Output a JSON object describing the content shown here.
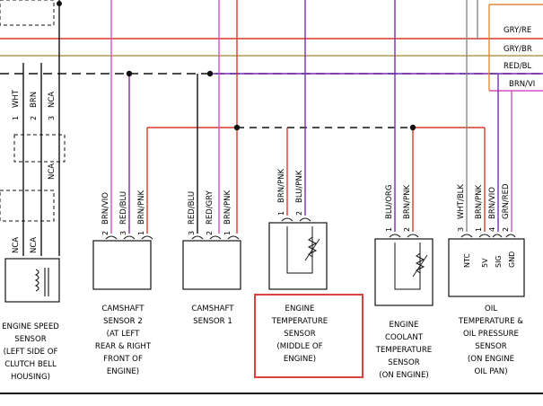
{
  "colors": {
    "red": "#d83a2a",
    "violet": "#7a2fb4",
    "pink": "#d84fc6",
    "tan": "#b49b4f",
    "black": "#111111",
    "gray": "#8a8a8a",
    "orange": "#e08a3a",
    "highlight": "#d94040"
  },
  "bus_labels": [
    "GRY/RE",
    "GRY/BR",
    "RED/BL",
    "BRN/VI"
  ],
  "speed_sensor": {
    "top_wires": [
      "WHT",
      "BRN",
      "NCA"
    ],
    "top_pins": [
      "1",
      "2",
      "3"
    ],
    "mid_wire": "NCA",
    "bottom_wires": [
      "NCA",
      "NCA"
    ],
    "caption": [
      "ENGINE SPEED",
      "SENSOR",
      "(LEFT SIDE OF",
      "CLUTCH BELL",
      "HOUSING)"
    ]
  },
  "cam2": {
    "wires": [
      "BRN/VIO",
      "RED/BLU",
      "BRN/PNK"
    ],
    "pins": [
      "2",
      "3",
      "1"
    ],
    "caption": [
      "CAMSHAFT",
      "SENSOR 2",
      "(AT LEFT",
      "REAR & RIGHT",
      "FRONT OF",
      "ENGINE)"
    ]
  },
  "cam1": {
    "wires": [
      "RED/BLU",
      "RED/GRY",
      "BRN/PNK"
    ],
    "pins": [
      "3",
      "2",
      "1"
    ],
    "caption": [
      "CAMSHAFT",
      "SENSOR 1"
    ]
  },
  "ets": {
    "wires": [
      "BRN/PNK",
      "BLU/PNK"
    ],
    "pins": [
      "1",
      "2"
    ],
    "caption": [
      "ENGINE",
      "TEMPERATURE",
      "SENSOR",
      "(MIDDLE OF",
      "ENGINE)"
    ]
  },
  "ects": {
    "wires": [
      "BLU/ORG",
      "BRN/PNK"
    ],
    "pins": [
      "1",
      "2"
    ],
    "caption": [
      "ENGINE",
      "COOLANT",
      "TEMPERATURE",
      "SENSOR",
      "(ON ENGINE)"
    ]
  },
  "oil": {
    "wires": [
      "WHT/BLK",
      "BRN/PNK",
      "BRN/VIO",
      "GRN/RED"
    ],
    "pins": [
      "3",
      "1",
      "4",
      "2"
    ],
    "inner": [
      "NTC",
      "5V",
      "SIG",
      "GND"
    ],
    "caption": [
      "OIL",
      "TEMPERATURE &",
      "OIL PRESSURE",
      "SENSOR",
      "(ON ENGINE",
      "OIL PAN)"
    ]
  }
}
